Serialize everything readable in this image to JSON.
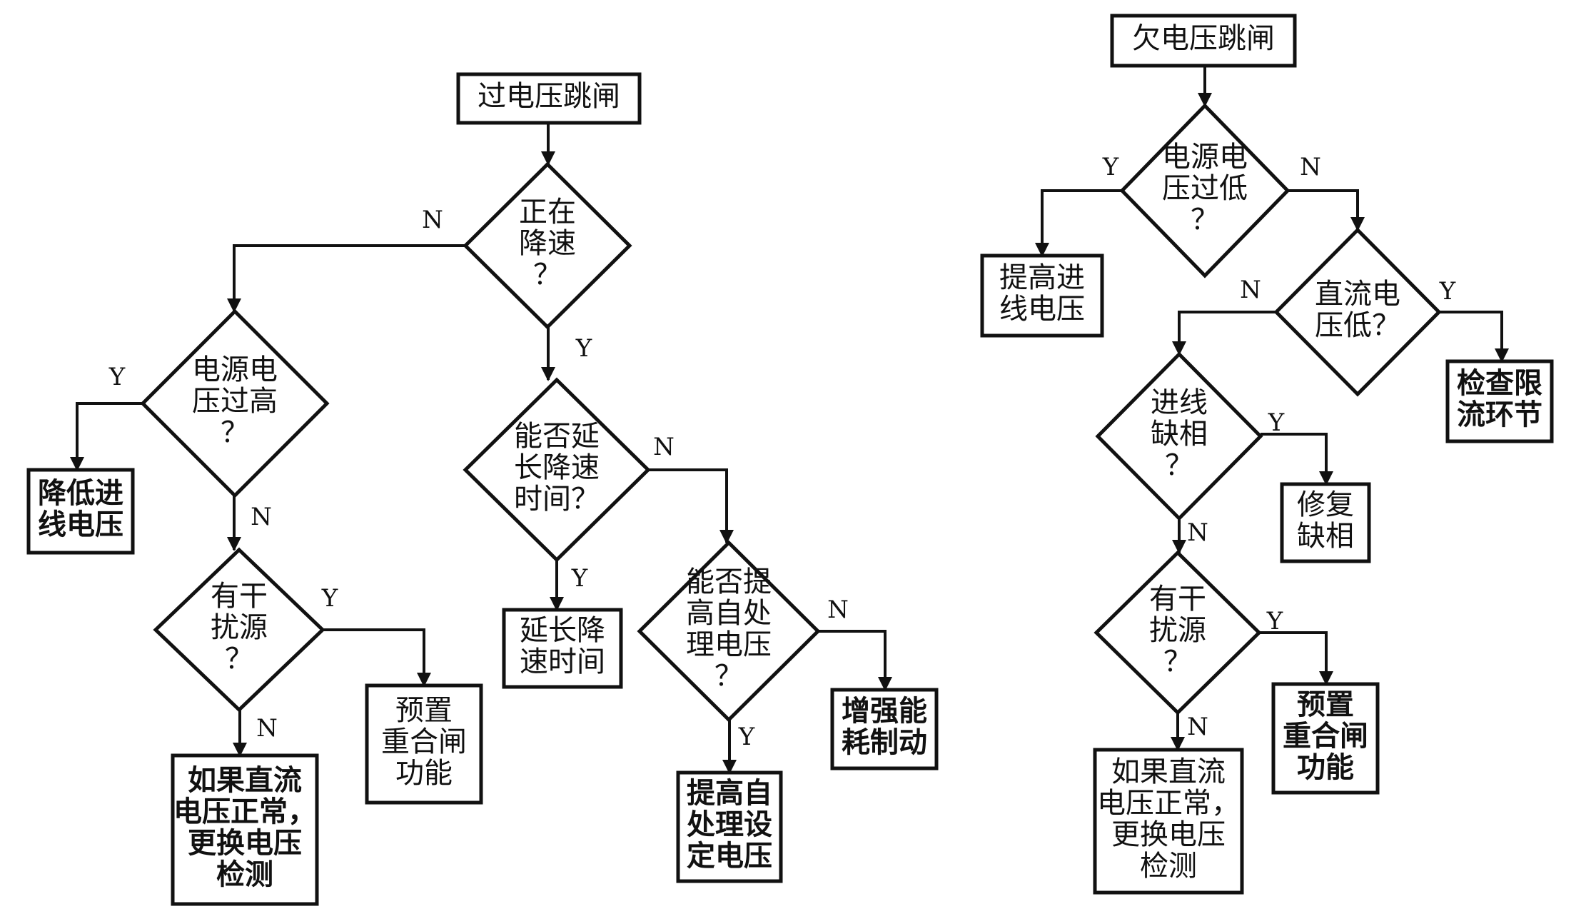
{
  "diagram": {
    "nodes": [
      {
        "id": "ov_start",
        "shape": "rect",
        "lines": [
          "过电压跳闸"
        ]
      },
      {
        "id": "ov_d1",
        "shape": "diamond",
        "lines": [
          "正在",
          "降速",
          "？"
        ]
      },
      {
        "id": "ov_d2",
        "shape": "diamond",
        "lines": [
          "电源电",
          "压过高",
          "？"
        ]
      },
      {
        "id": "ov_b1",
        "shape": "rect",
        "lines": [
          "降低进",
          "线电压"
        ],
        "bold": true
      },
      {
        "id": "ov_d3",
        "shape": "diamond",
        "lines": [
          "有干",
          "扰源",
          "？"
        ]
      },
      {
        "id": "ov_b2",
        "shape": "rect",
        "lines": [
          "预置",
          "重合闸",
          "功能"
        ]
      },
      {
        "id": "ov_b3",
        "shape": "rect",
        "lines": [
          "如果直流",
          "电压正常，",
          "更换电压",
          "检测"
        ],
        "bold": true
      },
      {
        "id": "ov_d4",
        "shape": "diamond",
        "lines": [
          "能否延",
          "长降速",
          "时间？"
        ]
      },
      {
        "id": "ov_b4",
        "shape": "rect",
        "lines": [
          "延长降",
          "速时间"
        ]
      },
      {
        "id": "ov_d5",
        "shape": "diamond",
        "lines": [
          "能否提",
          "高自处",
          "理电压",
          "？"
        ]
      },
      {
        "id": "ov_b5",
        "shape": "rect",
        "lines": [
          "增强能",
          "耗制动"
        ],
        "bold": true
      },
      {
        "id": "ov_b6",
        "shape": "rect",
        "lines": [
          "提高自",
          "处理设",
          "定电压"
        ],
        "bold": true
      },
      {
        "id": "uv_start",
        "shape": "rect",
        "lines": [
          "欠电压跳闸"
        ]
      },
      {
        "id": "uv_d1",
        "shape": "diamond",
        "lines": [
          "电源电",
          "压过低",
          "？"
        ]
      },
      {
        "id": "uv_b1",
        "shape": "rect",
        "lines": [
          "提高进",
          "线电压"
        ]
      },
      {
        "id": "uv_d2",
        "shape": "diamond",
        "lines": [
          "直流电",
          "压低？"
        ]
      },
      {
        "id": "uv_b2",
        "shape": "rect",
        "lines": [
          "检查限",
          "流环节"
        ],
        "bold": true
      },
      {
        "id": "uv_d3",
        "shape": "diamond",
        "lines": [
          "进线",
          "缺相",
          "？"
        ]
      },
      {
        "id": "uv_b3",
        "shape": "rect",
        "lines": [
          "修复",
          "缺相"
        ]
      },
      {
        "id": "uv_d4",
        "shape": "diamond",
        "lines": [
          "有干",
          "扰源",
          "？"
        ]
      },
      {
        "id": "uv_b4",
        "shape": "rect",
        "lines": [
          "预置",
          "重合闸",
          "功能"
        ],
        "bold": true
      },
      {
        "id": "uv_b5",
        "shape": "rect",
        "lines": [
          "如果直流",
          "电压正常，",
          "更换电压",
          "检测"
        ]
      }
    ],
    "edges": [
      {
        "from": "ov_start",
        "to": "ov_d1",
        "label": ""
      },
      {
        "from": "ov_d1",
        "to": "ov_d2",
        "label": "N"
      },
      {
        "from": "ov_d1",
        "to": "ov_d4",
        "label": "Y"
      },
      {
        "from": "ov_d2",
        "to": "ov_b1",
        "label": "Y"
      },
      {
        "from": "ov_d2",
        "to": "ov_d3",
        "label": "N"
      },
      {
        "from": "ov_d3",
        "to": "ov_b2",
        "label": "Y"
      },
      {
        "from": "ov_d3",
        "to": "ov_b3",
        "label": "N"
      },
      {
        "from": "ov_d4",
        "to": "ov_b4",
        "label": "Y"
      },
      {
        "from": "ov_d4",
        "to": "ov_d5",
        "label": "N"
      },
      {
        "from": "ov_d5",
        "to": "ov_b5",
        "label": "N"
      },
      {
        "from": "ov_d5",
        "to": "ov_b6",
        "label": "Y"
      },
      {
        "from": "uv_start",
        "to": "uv_d1",
        "label": ""
      },
      {
        "from": "uv_d1",
        "to": "uv_b1",
        "label": "Y"
      },
      {
        "from": "uv_d1",
        "to": "uv_d2",
        "label": "N"
      },
      {
        "from": "uv_d2",
        "to": "uv_b2",
        "label": "Y"
      },
      {
        "from": "uv_d2",
        "to": "uv_d3",
        "label": "N"
      },
      {
        "from": "uv_d3",
        "to": "uv_b3",
        "label": "Y"
      },
      {
        "from": "uv_d3",
        "to": "uv_d4",
        "label": "N"
      },
      {
        "from": "uv_d4",
        "to": "uv_b4",
        "label": "Y"
      },
      {
        "from": "uv_d4",
        "to": "uv_b5",
        "label": "N"
      }
    ]
  }
}
